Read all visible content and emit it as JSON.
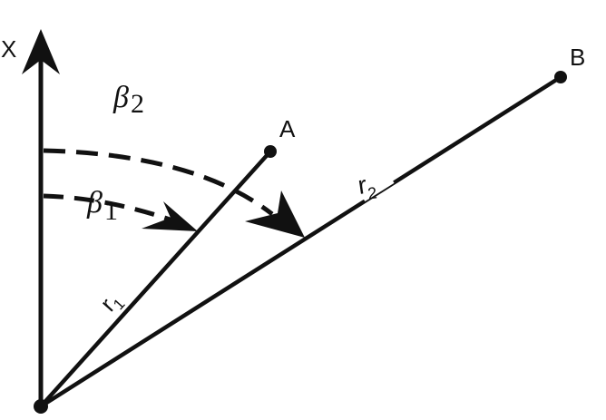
{
  "axis": {
    "label": "X"
  },
  "points": {
    "a": {
      "label": "A"
    },
    "b": {
      "label": "B"
    }
  },
  "vectors": {
    "r1": {
      "label": "r",
      "subscript": "1"
    },
    "r2": {
      "label": "r",
      "subscript": "2"
    }
  },
  "angles": {
    "beta1": {
      "label": "β",
      "subscript": "1"
    },
    "beta2": {
      "label": "β",
      "subscript": "2"
    }
  },
  "colors": {
    "ink": "#111111",
    "background": "#ffffff"
  }
}
